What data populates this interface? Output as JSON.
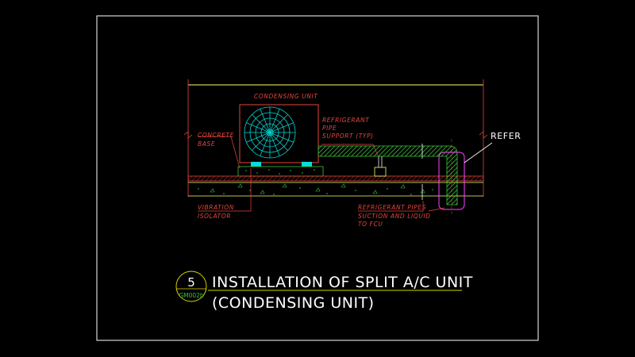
{
  "drawing": {
    "labels": {
      "condensing_unit": "CONDENSING UNIT",
      "pipe_support_1": "REFRIGERANT",
      "pipe_support_2": "PIPE",
      "pipe_support_3": "SUPPORT (TYP)",
      "concrete_base_1": "CONCRETE",
      "concrete_base_2": "BASE",
      "vibration_isolator_1": "VIBRATION",
      "vibration_isolator_2": "ISOLATOR",
      "pipes_1": "REFRIGERANT PIPES",
      "pipes_2": "SUCTION AND LIQUID",
      "pipes_3": "TO FCU",
      "refer": "REFER"
    },
    "title_block": {
      "detail_number": "5",
      "sheet_ref": "GM002b",
      "title_line1": "INSTALLATION OF SPLIT A/C UNIT",
      "title_line2": "(CONDENSING UNIT)"
    },
    "colors": {
      "background": "#000000",
      "frame": "#ffffff",
      "annotation": "#e8453c",
      "fan": "#00d8d8",
      "pipe": "#3cc23c",
      "slab_line": "#ffff66",
      "sleeve": "#ff44ff",
      "title_circle": "#d4d400"
    }
  }
}
